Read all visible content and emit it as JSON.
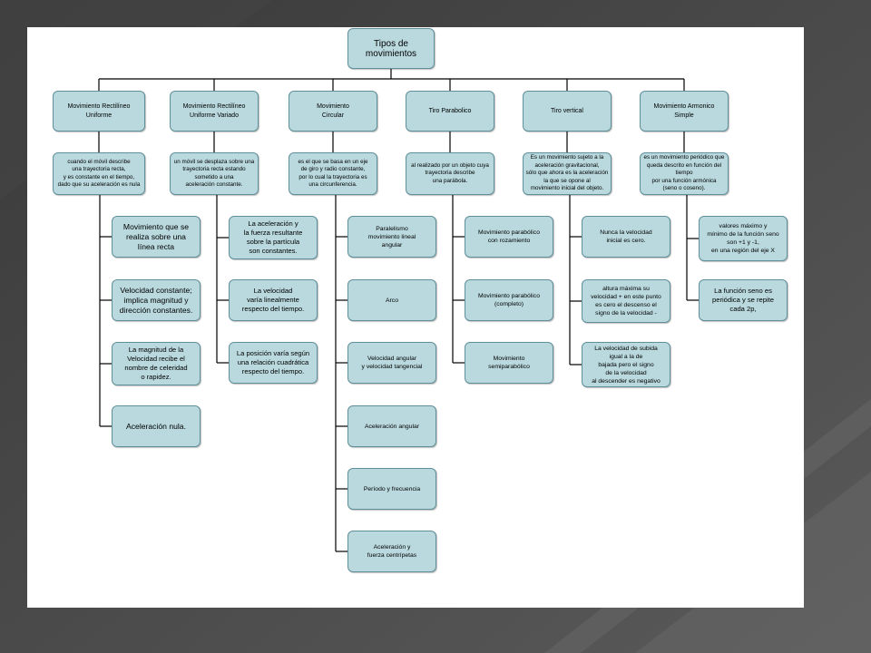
{
  "diagram": {
    "root": "Tipos de movimientos",
    "columns": [
      {
        "title": "Movimiento Rectilíneo\nUniforme",
        "description": "cuando el móvil describe\nuna trayectoria recta,\ny es constante en el tiempo,\ndado que su aceleración es nula",
        "items": [
          "Movimiento que se\nrealiza sobre una\nlínea recta",
          "Velocidad constante;\nimplica magnitud y\ndirección constantes.",
          "La magnitud de la\nVelocidad recibe el\nnombre de celeridad\no rapidez.",
          "Aceleración nula."
        ]
      },
      {
        "title": "Movimiento Rectilíneo\nUniforme Variado",
        "description": "un móvil se desplaza sobre una\ntrayectoria recta estando\nsometido a una\naceleración constante.",
        "items": [
          "La aceleración y\nla fuerza resultante\nsobre la partícula\nson constantes.",
          "La velocidad\nvaría linealmente\nrespecto del tiempo.",
          "La posición varía según\nuna relación cuadrática\nrespecto del tiempo."
        ]
      },
      {
        "title": "Movimiento\nCircular",
        "description": "es el que se basa en un eje\nde giro y radio constante,\npor lo cual la trayectoria es\nuna circunferencia.",
        "items": [
          "Paralelismo\nmovimiento lineal\nangular",
          "Arco",
          "Velocidad angular\ny velocidad tangencial",
          "Aceleración angular",
          "Período y frecuencia",
          "Aceleración y\nfuerza centrípetas"
        ]
      },
      {
        "title": "Tiro Parabolico",
        "description": "al realizado por un objeto cuya\ntrayectoria describe\nuna parábola.",
        "items": [
          "Movimiento parabólico\ncon rozamiento",
          "Movimiento parabólico\n(completo)",
          "Movimiento\nsemiparabólico"
        ]
      },
      {
        "title": "Tiro vertical",
        "description": "Es un movimiento sujeto a la\naceleración gravitacional,\nsólo que ahora es la aceleración\nla que se opone al\nmovimiento inicial del objeto.",
        "items": [
          "Nunca la velocidad\ninicial es cero.",
          "altura máxima su\nvelocidad + en este punto\nes cero el descenso el\nsigno de la velocidad -",
          "La velocidad de subida\nigual a la de\nbajada pero el signo\nde la velocidad\nal descender es negativo"
        ]
      },
      {
        "title": "Movimiento Armonico\nSimple",
        "description": "es un movimiento periódico que\nqueda descrito en función del tiempo\npor una función armónica\n(seno o coseno).",
        "items": [
          "valores máximo y\nmínimo de la función seno\nson +1 y -1,\nen una región del eje X",
          "La función seno es\nperiódica y se repite\ncada 2p,"
        ]
      }
    ]
  }
}
